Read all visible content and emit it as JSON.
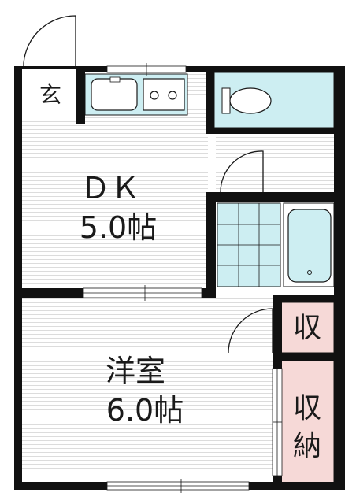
{
  "floorplan": {
    "rooms": {
      "entrance": {
        "label": "玄"
      },
      "dk": {
        "name": "ＤＫ",
        "size": "5.0帖"
      },
      "western": {
        "name": "洋室",
        "size": "6.0帖"
      },
      "storage_small": {
        "label": "収"
      },
      "storage_closet": {
        "line1": "収",
        "line2": "納"
      }
    },
    "colors": {
      "wall": "#111111",
      "floor_lines": "#dcdcdc",
      "fixture_fill": "#cdeef2",
      "fixture_stroke": "#1a1a1a",
      "storage_fill": "#f6d9d7",
      "tile_fill": "#cdeef2"
    }
  }
}
